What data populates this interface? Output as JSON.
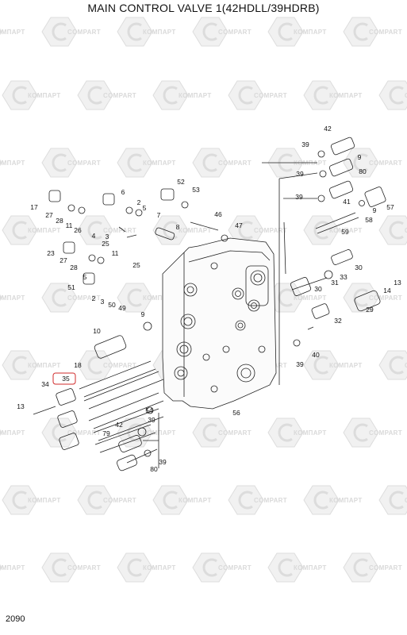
{
  "title": "MAIN CONTROL VALVE 1(42HDLL/39HDRB)",
  "page_code": "2090",
  "watermark": {
    "brand_cyr": "КОМПАРТ",
    "brand_lat": "COMPART"
  },
  "highlighted_part": "35",
  "part_labels": [
    {
      "id": "42",
      "t": "42"
    },
    {
      "id": "39a",
      "t": "39"
    },
    {
      "id": "9a",
      "t": "9"
    },
    {
      "id": "39b",
      "t": "39"
    },
    {
      "id": "80a",
      "t": "80"
    },
    {
      "id": "52",
      "t": "52"
    },
    {
      "id": "53",
      "t": "53"
    },
    {
      "id": "6",
      "t": "6"
    },
    {
      "id": "39c",
      "t": "39"
    },
    {
      "id": "41",
      "t": "41"
    },
    {
      "id": "57",
      "t": "57"
    },
    {
      "id": "17",
      "t": "17"
    },
    {
      "id": "2a",
      "t": "2"
    },
    {
      "id": "5a",
      "t": "5"
    },
    {
      "id": "7",
      "t": "7"
    },
    {
      "id": "46",
      "t": "46"
    },
    {
      "id": "9b",
      "t": "9"
    },
    {
      "id": "27a",
      "t": "27"
    },
    {
      "id": "28a",
      "t": "28"
    },
    {
      "id": "11a",
      "t": "11"
    },
    {
      "id": "58",
      "t": "58"
    },
    {
      "id": "8",
      "t": "8"
    },
    {
      "id": "47",
      "t": "47"
    },
    {
      "id": "26",
      "t": "26"
    },
    {
      "id": "4",
      "t": "4"
    },
    {
      "id": "59",
      "t": "59"
    },
    {
      "id": "3a",
      "t": "3"
    },
    {
      "id": "25a",
      "t": "25"
    },
    {
      "id": "23",
      "t": "23"
    },
    {
      "id": "11b",
      "t": "11"
    },
    {
      "id": "27b",
      "t": "27"
    },
    {
      "id": "28b",
      "t": "28"
    },
    {
      "id": "25b",
      "t": "25"
    },
    {
      "id": "30a",
      "t": "30"
    },
    {
      "id": "5b",
      "t": "5"
    },
    {
      "id": "33",
      "t": "33"
    },
    {
      "id": "31",
      "t": "31"
    },
    {
      "id": "51",
      "t": "51"
    },
    {
      "id": "13a",
      "t": "13"
    },
    {
      "id": "30b",
      "t": "30"
    },
    {
      "id": "14",
      "t": "14"
    },
    {
      "id": "2b",
      "t": "2"
    },
    {
      "id": "3b",
      "t": "3"
    },
    {
      "id": "50",
      "t": "50"
    },
    {
      "id": "49",
      "t": "49"
    },
    {
      "id": "29",
      "t": "29"
    },
    {
      "id": "9c",
      "t": "9"
    },
    {
      "id": "32",
      "t": "32"
    },
    {
      "id": "10",
      "t": "10"
    },
    {
      "id": "40",
      "t": "40"
    },
    {
      "id": "39d",
      "t": "39"
    },
    {
      "id": "18",
      "t": "18"
    },
    {
      "id": "35",
      "t": "35"
    },
    {
      "id": "34",
      "t": "34"
    },
    {
      "id": "13b",
      "t": "13"
    },
    {
      "id": "56",
      "t": "56"
    },
    {
      "id": "54",
      "t": "54"
    },
    {
      "id": "39e",
      "t": "39"
    },
    {
      "id": "42b",
      "t": "42"
    },
    {
      "id": "79",
      "t": "79"
    },
    {
      "id": "39f",
      "t": "39"
    },
    {
      "id": "80b",
      "t": "80"
    }
  ]
}
